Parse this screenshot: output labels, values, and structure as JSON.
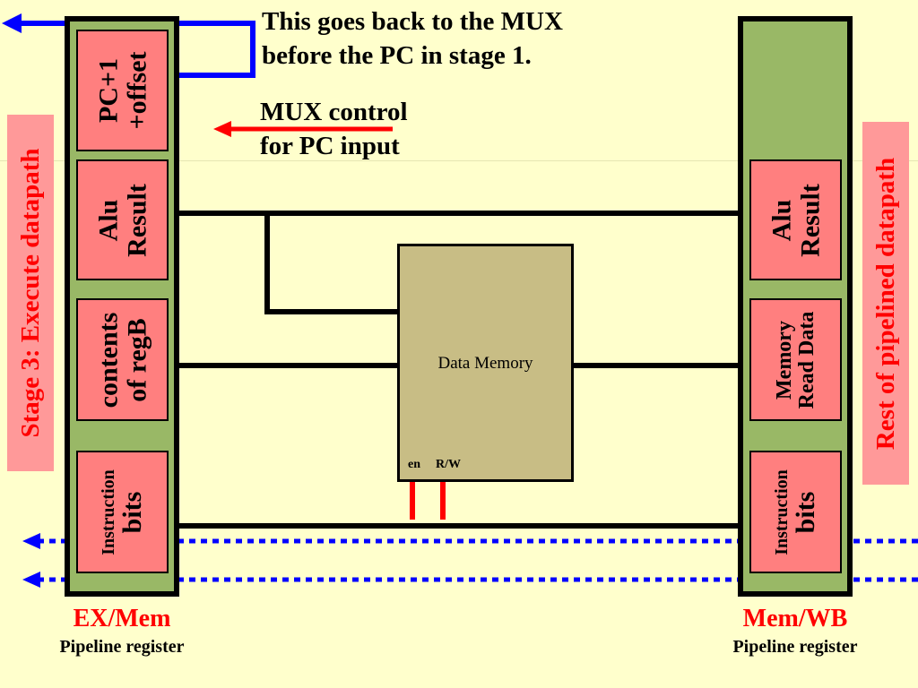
{
  "left_label": "Stage 3: Execute datapath",
  "right_label": "Rest of pipelined datapath",
  "notes": {
    "mux_back": "This goes back to the MUX before the PC in stage 1.",
    "mux_back_line1": "This goes back to the MUX",
    "mux_back_line2": "before the PC in stage 1.",
    "mux_control_line1": "MUX control",
    "mux_control_line2": "for PC input"
  },
  "ex_mem": {
    "name": "EX/Mem",
    "subtitle": "Pipeline register",
    "fields": {
      "pc_offset": [
        "PC+1",
        "+offset"
      ],
      "alu_result": [
        "Alu",
        "Result"
      ],
      "regb": [
        "contents",
        "of regB"
      ],
      "instruction": [
        "Instruction",
        "bits"
      ]
    }
  },
  "mem_wb": {
    "name": "Mem/WB",
    "subtitle": "Pipeline register",
    "fields": {
      "alu_result": [
        "Alu",
        "Result"
      ],
      "mem_read": [
        "Memory",
        "Read Data"
      ],
      "instruction": [
        "Instruction",
        "bits"
      ]
    }
  },
  "data_memory": {
    "label": "Data Memory",
    "pin_en": "en",
    "pin_rw": "R/W"
  },
  "colors": {
    "background": "#ffffcc",
    "register_fill": "#99b866",
    "cell_fill": "#ff7f7f",
    "side_label_fill": "#ff9999",
    "side_label_text": "#ff0000",
    "memory_fill": "#c8bd85",
    "feedback_wire": "#0000ff",
    "control_wire": "#ff0000"
  }
}
